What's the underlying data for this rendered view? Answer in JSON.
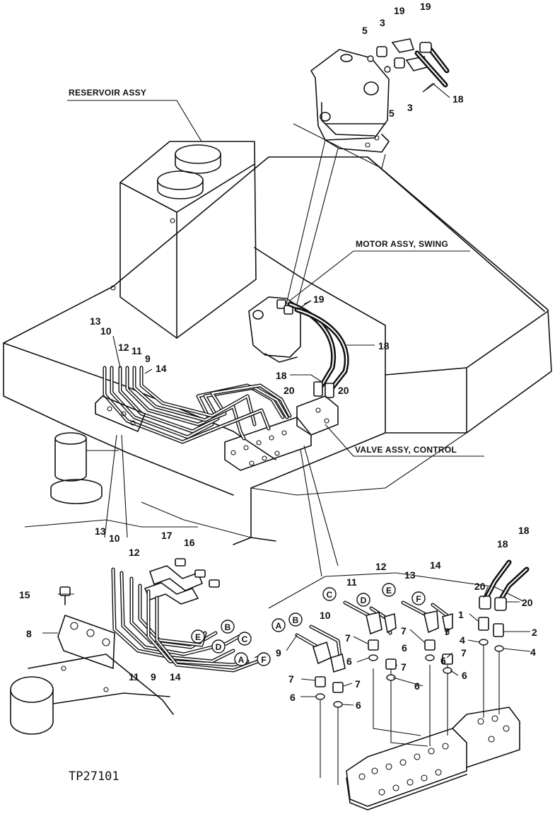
{
  "labels": {
    "reservoir": "RESERVOIR ASSY",
    "motor": "MOTOR ASSY, SWING",
    "valve": "VALVE ASSY, CONTROL",
    "figure_code": "TP27101"
  },
  "callouts": {
    "top": [
      "5",
      "3",
      "19",
      "19",
      "18",
      "5",
      "3"
    ],
    "middle": [
      "19",
      "18",
      "18",
      "20",
      "20",
      "13",
      "10",
      "12",
      "11",
      "9",
      "14"
    ],
    "lower_left": [
      "13",
      "10",
      "12",
      "17",
      "16",
      "15",
      "8",
      "11",
      "9",
      "14"
    ],
    "lower_right": [
      "11",
      "12",
      "13",
      "14",
      "18",
      "18",
      "10",
      "20",
      "20",
      "1",
      "2",
      "9",
      "7",
      "7",
      "7",
      "7",
      "7",
      "7",
      "7",
      "4",
      "4",
      "6",
      "6",
      "6",
      "6",
      "6",
      "6",
      "6"
    ]
  },
  "circled_letters": {
    "left": [
      "B",
      "E",
      "C",
      "D",
      "A",
      "F"
    ],
    "right": [
      "A",
      "B",
      "C",
      "D",
      "E",
      "F"
    ]
  }
}
